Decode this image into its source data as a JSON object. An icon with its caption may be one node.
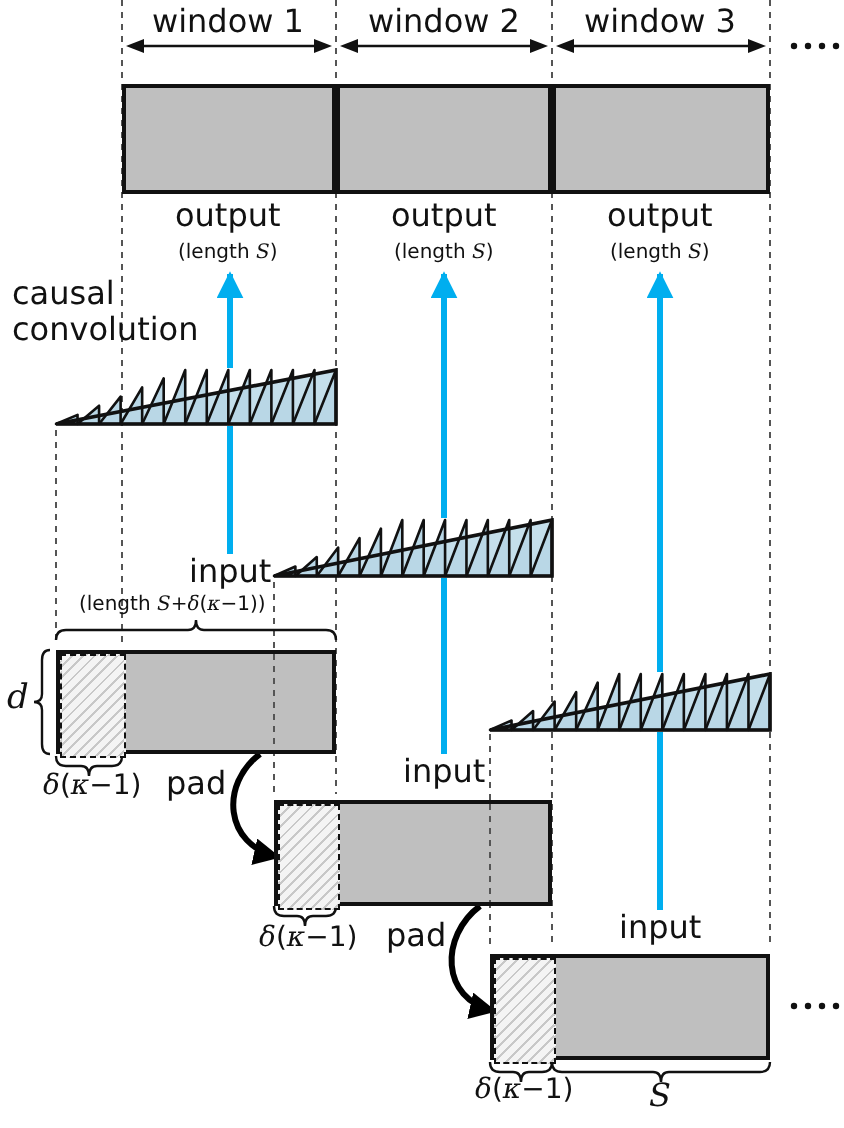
{
  "diagram": {
    "nodes": [
      {
        "text": [],
        "shape": "box",
        "beside": [
          "output",
          "(length *S*)"
        ]
      },
      {
        "text": [],
        "shape": "box",
        "beside": [
          "output",
          "(length *S*)"
        ]
      },
      {
        "text": [],
        "shape": "box",
        "beside": [
          "output",
          "(length *S*)"
        ]
      },
      {
        "text": [],
        "shape": "triangle",
        "beside": [
          "causal convolution"
        ]
      },
      {
        "text": [],
        "shape": "triangle"
      },
      {
        "text": [],
        "shape": "triangle"
      },
      {
        "text": [],
        "shape": "box",
        "beside": [
          "input",
          "(length *S*+*δ*(*κ*−1))"
        ]
      },
      {
        "text": [],
        "shape": "box",
        "in": 6,
        "beside": [
          "*δ*(*κ*−1)"
        ]
      },
      {
        "text": [],
        "shape": "box",
        "beside": [
          "input"
        ]
      },
      {
        "text": [],
        "shape": "box",
        "in": 8,
        "beside": [
          "*δ*(*κ*−1)"
        ]
      },
      {
        "text": [],
        "shape": "box",
        "beside": [
          "input"
        ]
      },
      {
        "text": [],
        "shape": "box",
        "in": 10,
        "beside": [
          "*δ*(*κ*−1)"
        ]
      }
    ],
    "edges": [
      {
        "from": 6,
        "to": 3,
        "arrow": "none",
        "color": "#00aeef"
      },
      {
        "from": 3,
        "to": 0,
        "arrow": "to",
        "color": "#00aeef"
      },
      {
        "from": 8,
        "to": 4,
        "arrow": "none",
        "color": "#00aeef"
      },
      {
        "from": 4,
        "to": 1,
        "arrow": "to",
        "color": "#00aeef"
      },
      {
        "from": 10,
        "to": 5,
        "arrow": "none",
        "color": "#00aeef"
      },
      {
        "from": 5,
        "to": 2,
        "arrow": "to",
        "color": "#00aeef"
      },
      {
        "from": 6,
        "to": 9,
        "arrow": "to",
        "label": "pad",
        "color": "#000000"
      },
      {
        "from": 8,
        "to": 11,
        "arrow": "to",
        "label": "pad",
        "color": "#000000"
      }
    ],
    "labels": [
      "window 1",
      "window 2",
      "window 3",
      "d",
      "S"
    ]
  }
}
